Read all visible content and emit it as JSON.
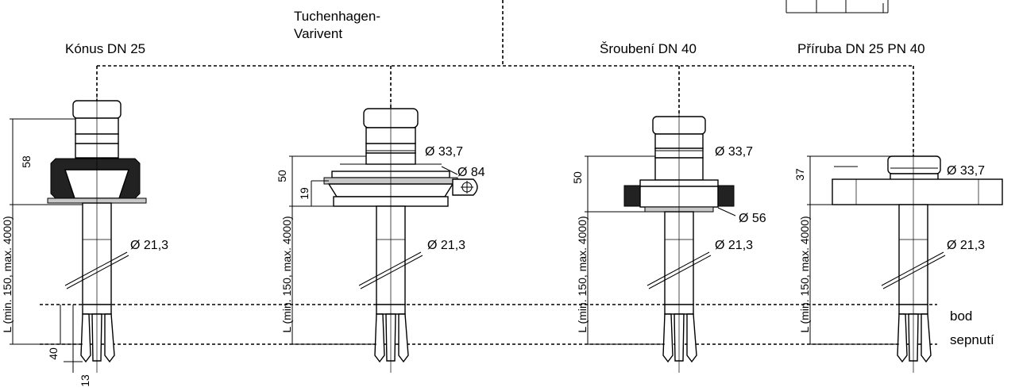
{
  "variants": [
    {
      "title": "Kónus DN 25",
      "height_dim": "58",
      "diameters": [
        "Ø 21,3"
      ],
      "length_dim": "L (min. 150, max. 4000)",
      "tip_dims": [
        "40",
        "13"
      ]
    },
    {
      "title_lines": [
        "Tuchenhagen-",
        "Varivent"
      ],
      "height_dim": "50",
      "flange_dim": "19",
      "diameters": [
        "Ø 33,7",
        "Ø 84",
        "Ø 21,3"
      ],
      "length_dim": "L (min. 150, max. 4000)"
    },
    {
      "title": "Šroubení DN 40",
      "height_dim": "50",
      "diameters": [
        "Ø 33,7",
        "Ø 56",
        "Ø 21,3"
      ],
      "length_dim": "L (min. 150, max. 4000)"
    },
    {
      "title": "Příruba DN 25 PN 40",
      "height_dim": "37",
      "diameters": [
        "Ø 33,7",
        "Ø 21,3"
      ],
      "length_dim": "L (min. 150, max. 4000)"
    }
  ],
  "switch_point_lines": [
    "bod",
    "sepnutí"
  ]
}
